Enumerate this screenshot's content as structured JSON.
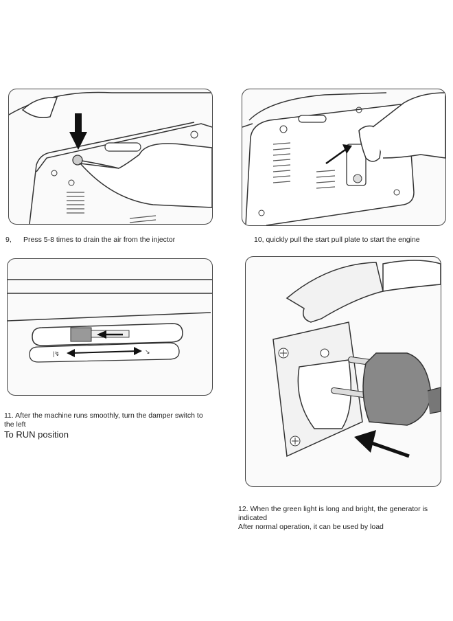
{
  "steps": [
    {
      "number": "9,",
      "text": "Press 5-8 times to drain the air from the injector"
    },
    {
      "text": "10, quickly pull the start pull plate to start the engine"
    },
    {
      "line1": "11. After the machine runs smoothly, turn the damper switch to",
      "line2": "the left",
      "line3": "To RUN position"
    },
    {
      "line1": "12. When the green light is long and bright, the generator is",
      "line2": "indicated",
      "line3": "After normal operation, it can be used by load"
    }
  ]
}
